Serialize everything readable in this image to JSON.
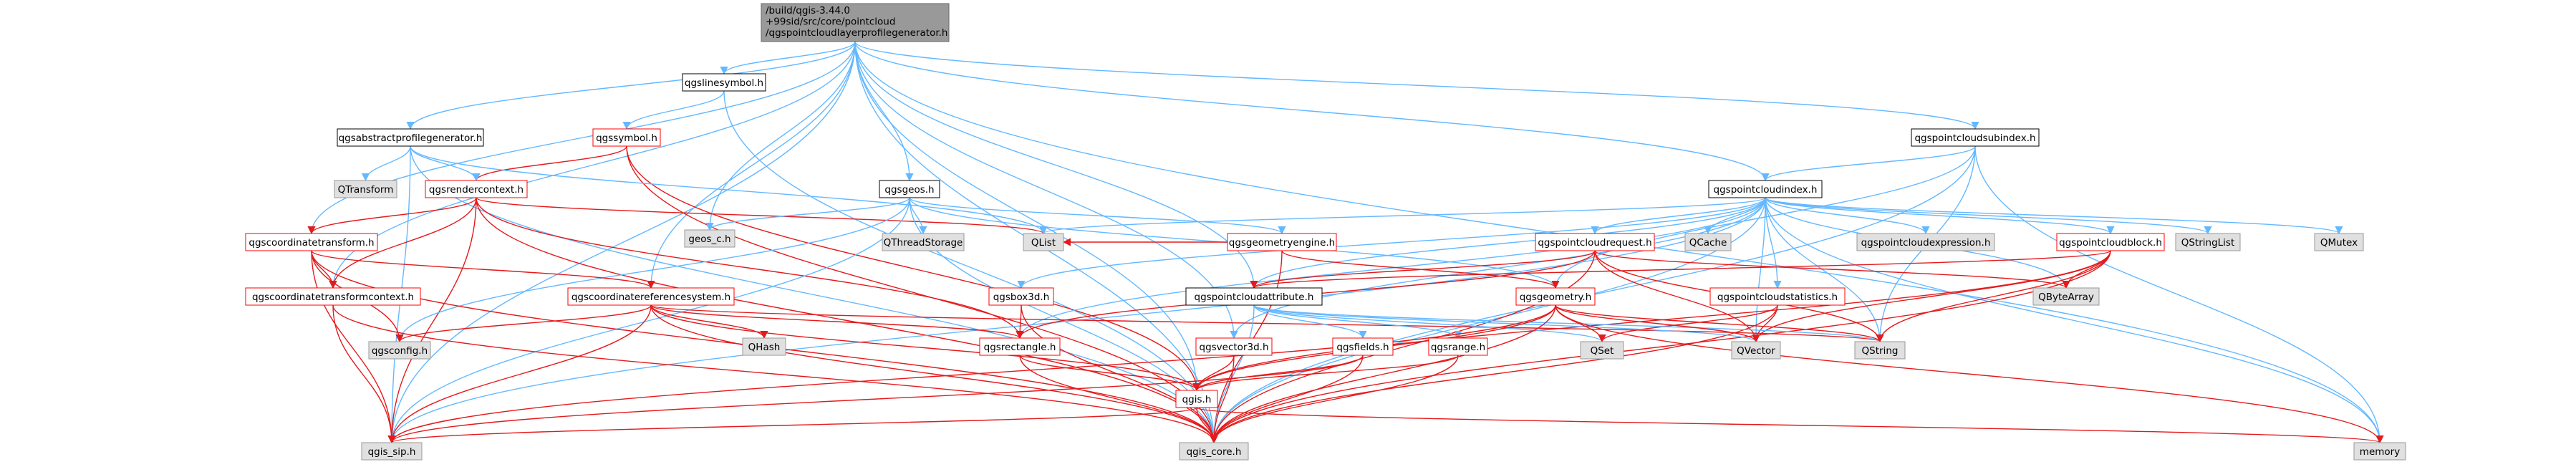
{
  "colors": {
    "root_fill": "#999999",
    "root_border": "#666666",
    "header_fill": "#ffffff",
    "header_border": "#000000",
    "linked_header_border": "#ff0000",
    "external_fill": "#e0e0e0",
    "external_border": "#999999",
    "edge": "#63b8ff",
    "edge_from_red": "#e41a1c",
    "text": "#000000"
  },
  "nodes": [
    {
      "id": "root",
      "label": "/build/qgis-3.44.0\n+99sid/src/core/pointcloud\n/qgspointcloudlayerprofilegenerator.h",
      "kind": "root"
    },
    {
      "id": "qgslinesymbol",
      "label": "qgslinesymbol.h",
      "kind": "header"
    },
    {
      "id": "qgsabstractprofilegenerator",
      "label": "qgsabstractprofilegenerator.h",
      "kind": "header"
    },
    {
      "id": "qgspointcloudsubindex",
      "label": "qgspointcloudsubindex.h",
      "kind": "header"
    },
    {
      "id": "qgssymbol",
      "label": "qgssymbol.h",
      "kind": "linked"
    },
    {
      "id": "qgspointcloudindex",
      "label": "qgspointcloudindex.h",
      "kind": "header"
    },
    {
      "id": "qtransform",
      "label": "QTransform",
      "kind": "external"
    },
    {
      "id": "qgsrendercontext",
      "label": "qgsrendercontext.h",
      "kind": "linked"
    },
    {
      "id": "qgsgeos",
      "label": "qgsgeos.h",
      "kind": "header"
    },
    {
      "id": "qgscoordinatetransform",
      "label": "qgscoordinatetransform.h",
      "kind": "linked"
    },
    {
      "id": "geos_c",
      "label": "geos_c.h",
      "kind": "external"
    },
    {
      "id": "qthreadstorage",
      "label": "QThreadStorage",
      "kind": "external"
    },
    {
      "id": "qlist",
      "label": "QList",
      "kind": "external"
    },
    {
      "id": "qgsgeometryengine",
      "label": "qgsgeometryengine.h",
      "kind": "linked"
    },
    {
      "id": "qgspointcloudrequest",
      "label": "qgspointcloudrequest.h",
      "kind": "linked"
    },
    {
      "id": "qcache",
      "label": "QCache",
      "kind": "external"
    },
    {
      "id": "qgspointcloudexpression",
      "label": "qgspointcloudexpression.h",
      "kind": "external"
    },
    {
      "id": "qgspointcloudblock",
      "label": "qgspointcloudblock.h",
      "kind": "linked"
    },
    {
      "id": "qstringlist",
      "label": "QStringList",
      "kind": "external"
    },
    {
      "id": "qmutex",
      "label": "QMutex",
      "kind": "external"
    },
    {
      "id": "qgscoordinatetransformcontext",
      "label": "qgscoordinatetransformcontext.h",
      "kind": "linked"
    },
    {
      "id": "qgscoordinatereferencesystem",
      "label": "qgscoordinatereferencesystem.h",
      "kind": "linked"
    },
    {
      "id": "qgsbox3d",
      "label": "qgsbox3d.h",
      "kind": "linked"
    },
    {
      "id": "qgspointcloudattribute",
      "label": "qgspointcloudattribute.h",
      "kind": "header"
    },
    {
      "id": "qgsgeometry",
      "label": "qgsgeometry.h",
      "kind": "linked"
    },
    {
      "id": "qgspointcloudstatistics",
      "label": "qgspointcloudstatistics.h",
      "kind": "linked"
    },
    {
      "id": "qbytearray",
      "label": "QByteArray",
      "kind": "external"
    },
    {
      "id": "qhash",
      "label": "QHash",
      "kind": "external"
    },
    {
      "id": "qgsvector3d",
      "label": "qgsvector3d.h",
      "kind": "linked"
    },
    {
      "id": "qgsfields",
      "label": "qgsfields.h",
      "kind": "linked"
    },
    {
      "id": "qgsrange",
      "label": "qgsrange.h",
      "kind": "linked"
    },
    {
      "id": "qgsrectangle",
      "label": "qgsrectangle.h",
      "kind": "linked"
    },
    {
      "id": "qset",
      "label": "QSet",
      "kind": "external"
    },
    {
      "id": "qvector",
      "label": "QVector",
      "kind": "external"
    },
    {
      "id": "qstring",
      "label": "QString",
      "kind": "external"
    },
    {
      "id": "qgsconfig",
      "label": "qgsconfig.h",
      "kind": "external"
    },
    {
      "id": "qgis",
      "label": "qgis.h",
      "kind": "linked"
    },
    {
      "id": "qgis_sip",
      "label": "qgis_sip.h",
      "kind": "external"
    },
    {
      "id": "qgis_core",
      "label": "qgis_core.h",
      "kind": "external"
    },
    {
      "id": "memory",
      "label": "memory",
      "kind": "external"
    }
  ],
  "edges": [
    [
      "root",
      "qgslinesymbol"
    ],
    [
      "root",
      "qgsabstractprofilegenerator"
    ],
    [
      "root",
      "qgspointcloudsubindex"
    ],
    [
      "root",
      "qgspointcloudindex"
    ],
    [
      "root",
      "qgsgeos"
    ],
    [
      "root",
      "geos_c"
    ],
    [
      "root",
      "qgscoordinatetransform"
    ],
    [
      "root",
      "qgscoordinatetransformcontext"
    ],
    [
      "root",
      "qgscoordinatereferencesystem"
    ],
    [
      "root",
      "qgspointcloudattribute"
    ],
    [
      "root",
      "qgsvector3d"
    ],
    [
      "root",
      "qgis_sip"
    ],
    [
      "root",
      "qgis_core"
    ],
    [
      "root",
      "memory"
    ],
    [
      "root",
      "qgis"
    ],
    [
      "qgslinesymbol",
      "qgssymbol"
    ],
    [
      "qgslinesymbol",
      "qgis_core"
    ],
    [
      "qgssymbol",
      "qgsrendercontext"
    ],
    [
      "qgssymbol",
      "qgis"
    ],
    [
      "qgssymbol",
      "qgis_core"
    ],
    [
      "qgsabstractprofilegenerator",
      "qtransform"
    ],
    [
      "qgsabstractprofilegenerator",
      "qgsrendercontext"
    ],
    [
      "qgsabstractprofilegenerator",
      "qgis_core"
    ],
    [
      "qgsabstractprofilegenerator",
      "qgis_sip"
    ],
    [
      "qgsabstractprofilegenerator",
      "qlist"
    ],
    [
      "qgsrendercontext",
      "qgscoordinatetransform"
    ],
    [
      "qgsrendercontext",
      "qgscoordinatetransformcontext"
    ],
    [
      "qgsrendercontext",
      "qgsrectangle"
    ],
    [
      "qgsrendercontext",
      "qgis_core"
    ],
    [
      "qgsrendercontext",
      "qgis_sip"
    ],
    [
      "qgsrendercontext",
      "qlist"
    ],
    [
      "qgspointcloudsubindex",
      "qgspointcloudindex"
    ],
    [
      "qgspointcloudsubindex",
      "qgsgeometry"
    ],
    [
      "qgspointcloudsubindex",
      "qgis_core"
    ],
    [
      "qgspointcloudsubindex",
      "qstring"
    ],
    [
      "qgspointcloudsubindex",
      "memory"
    ],
    [
      "qgspointcloudindex",
      "qlist"
    ],
    [
      "qgspointcloudindex",
      "qcache"
    ],
    [
      "qgspointcloudindex",
      "qgspointcloudexpression"
    ],
    [
      "qgspointcloudindex",
      "qgspointcloudblock"
    ],
    [
      "qgspointcloudindex",
      "qstringlist"
    ],
    [
      "qgspointcloudindex",
      "qmutex"
    ],
    [
      "qgspointcloudindex",
      "qgspointcloudrequest"
    ],
    [
      "qgspointcloudindex",
      "qgspointcloudattribute"
    ],
    [
      "qgspointcloudindex",
      "qgspointcloudstatistics"
    ],
    [
      "qgspointcloudindex",
      "qgsrectangle"
    ],
    [
      "qgspointcloudindex",
      "qgsbox3d"
    ],
    [
      "qgspointcloudindex",
      "qgis_core"
    ],
    [
      "qgspointcloudindex",
      "qgis_sip"
    ],
    [
      "qgspointcloudindex",
      "qbytearray"
    ],
    [
      "qgspointcloudindex",
      "qvector"
    ],
    [
      "qgspointcloudindex",
      "qstring"
    ],
    [
      "qgspointcloudindex",
      "memory"
    ],
    [
      "qgspointcloudindex",
      "qgsvector3d"
    ],
    [
      "qgsgeos",
      "geos_c"
    ],
    [
      "qgsgeos",
      "qthreadstorage"
    ],
    [
      "qgsgeos",
      "qgsgeometryengine"
    ],
    [
      "qgsgeos",
      "qgsgeometry"
    ],
    [
      "qgsgeos",
      "qgsconfig"
    ],
    [
      "qgsgeos",
      "qgis_core"
    ],
    [
      "qgsgeos",
      "qgis_sip"
    ],
    [
      "qgsgeometryengine",
      "qgis_core"
    ],
    [
      "qgsgeometryengine",
      "qgsgeometry"
    ],
    [
      "qgsgeometryengine",
      "qlist"
    ],
    [
      "qgscoordinatetransform",
      "qgscoordinatetransformcontext"
    ],
    [
      "qgscoordinatetransform",
      "qgscoordinatereferencesystem"
    ],
    [
      "qgscoordinatetransform",
      "qgis_core"
    ],
    [
      "qgscoordinatetransform",
      "qgis_sip"
    ],
    [
      "qgscoordinatetransform",
      "qgsconfig"
    ],
    [
      "qgscoordinatetransformcontext",
      "qgis_core"
    ],
    [
      "qgscoordinatetransformcontext",
      "qgis_sip"
    ],
    [
      "qgscoordinatereferencesystem",
      "qgsconfig"
    ],
    [
      "qgscoordinatereferencesystem",
      "qhash"
    ],
    [
      "qgscoordinatereferencesystem",
      "qgsrectangle"
    ],
    [
      "qgscoordinatereferencesystem",
      "qgis_core"
    ],
    [
      "qgscoordinatereferencesystem",
      "qgis_sip"
    ],
    [
      "qgscoordinatereferencesystem",
      "qgis"
    ],
    [
      "qgscoordinatereferencesystem",
      "qstring"
    ],
    [
      "qgspointcloudrequest",
      "qgspointcloudattribute"
    ],
    [
      "qgspointcloudrequest",
      "qgsrectangle"
    ],
    [
      "qgspointcloudrequest",
      "qgis_core"
    ],
    [
      "qgspointcloudrequest",
      "qvector"
    ],
    [
      "qgspointcloudrequest",
      "qstring"
    ],
    [
      "qgspointcloudrequest",
      "qbytearray"
    ],
    [
      "qgspointcloudblock",
      "qgspointcloudattribute"
    ],
    [
      "qgspointcloudblock",
      "qbytearray"
    ],
    [
      "qgspointcloudblock",
      "qgis_core"
    ],
    [
      "qgspointcloudblock",
      "qvector"
    ],
    [
      "qgspointcloudblock",
      "qstring"
    ],
    [
      "qgspointcloudblock",
      "qgis"
    ],
    [
      "qgspointcloudstatistics",
      "qset"
    ],
    [
      "qgspointcloudstatistics",
      "qvector"
    ],
    [
      "qgspointcloudstatistics",
      "qgis_core"
    ],
    [
      "qgsbox3d",
      "qgsrectangle"
    ],
    [
      "qgsbox3d",
      "qgis_core"
    ],
    [
      "qgspointcloudattribute",
      "qgsfields"
    ],
    [
      "qgspointcloudattribute",
      "qgsrange"
    ],
    [
      "qgspointcloudattribute",
      "qset"
    ],
    [
      "qgspointcloudattribute",
      "qvector"
    ],
    [
      "qgspointcloudattribute",
      "qstring"
    ],
    [
      "qgspointcloudattribute",
      "qgis_core"
    ],
    [
      "qgsgeometry",
      "qset"
    ],
    [
      "qgsgeometry",
      "qvector"
    ],
    [
      "qgsgeometry",
      "qstring"
    ],
    [
      "qgsgeometry",
      "qgis_core"
    ],
    [
      "qgsgeometry",
      "qgis_sip"
    ],
    [
      "qgsgeometry",
      "qgis"
    ],
    [
      "qgsgeometry",
      "memory"
    ],
    [
      "qgsvector3d",
      "qgis"
    ],
    [
      "qgsvector3d",
      "qgis_core"
    ],
    [
      "qgsfields",
      "qgis"
    ],
    [
      "qgsfields",
      "qgis_core"
    ],
    [
      "qgsfields",
      "qgis_sip"
    ],
    [
      "qgsrange",
      "qgis"
    ],
    [
      "qgsrange",
      "qgis_core"
    ],
    [
      "qgsrectangle",
      "qgis"
    ],
    [
      "qgsrectangle",
      "qgis_core"
    ],
    [
      "qgis",
      "qgis_sip"
    ],
    [
      "qgis",
      "qgis_core"
    ],
    [
      "qgis",
      "memory"
    ]
  ]
}
